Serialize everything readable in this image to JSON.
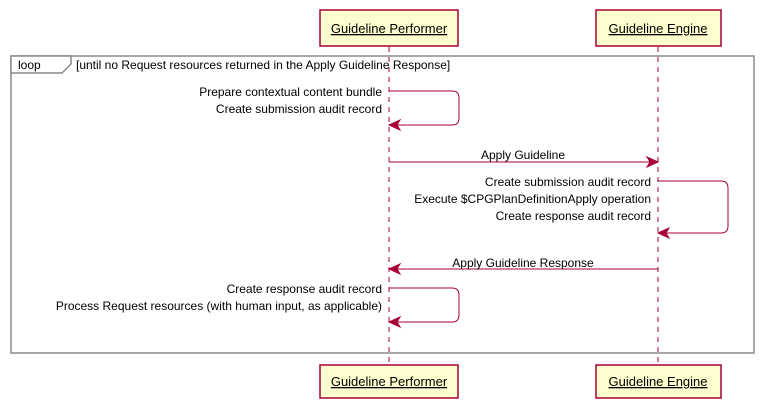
{
  "participants": {
    "performer": "Guideline Performer",
    "engine": "Guideline Engine"
  },
  "loop": {
    "keyword": "loop",
    "condition": "[until no Request resources returned in the Apply Guideline Response]"
  },
  "messages": {
    "self1": [
      "Prepare contextual content bundle",
      "Create submission audit record"
    ],
    "apply": "Apply Guideline",
    "self2": [
      "Create submission audit record",
      "Execute $CPGPlanDefinitionApply operation",
      "Create response audit record"
    ],
    "response": "Apply Guideline Response",
    "self3": [
      "Create response audit record",
      "Process Request resources (with human input, as applicable)"
    ]
  },
  "colors": {
    "accent": "#A80036",
    "participant_fill": "#FEFECE",
    "frame": "#8A8A8A"
  }
}
